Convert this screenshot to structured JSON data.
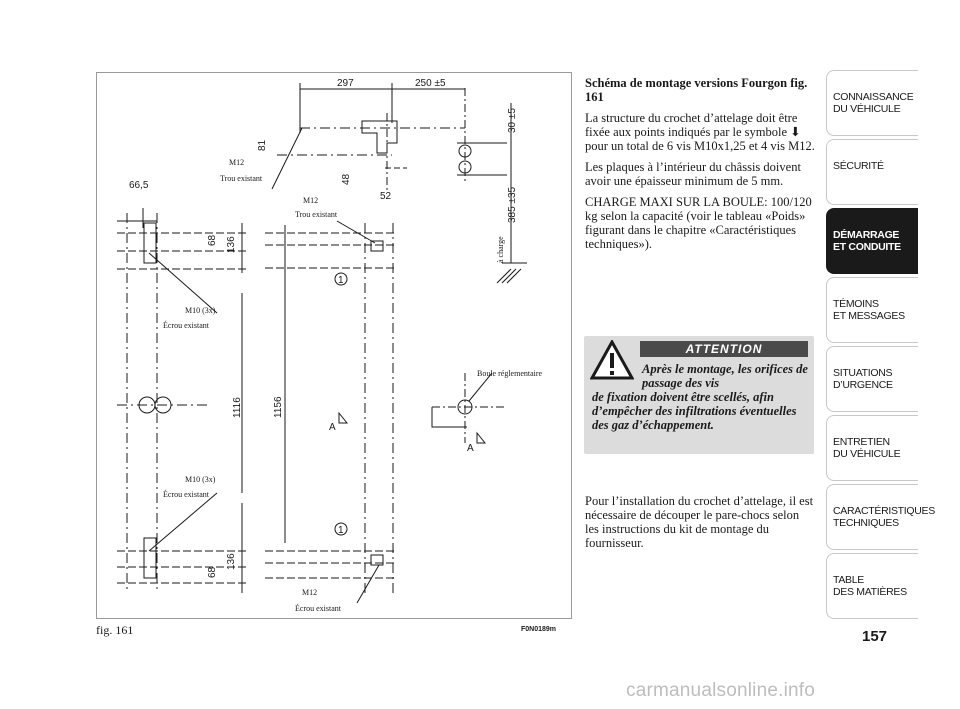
{
  "figure": {
    "caption": "fig. 161",
    "code": "F0N0189m",
    "dimensions": {
      "d297": "297",
      "d250": "250 ±5",
      "d30": "30 ±5",
      "d81": "81",
      "d48": "48",
      "d52": "52",
      "d385": "385 ±35",
      "d66": "66,5",
      "d68_top": "68",
      "d136_top": "136",
      "d1116": "1116",
      "d1156": "1156",
      "d68_bottom": "68",
      "d136_bottom": "136"
    },
    "labels": {
      "m12_a": "M12",
      "trou_a": "Trou existant",
      "m12_b": "M12",
      "trou_b": "Trou existant",
      "m10_top": "M10 (3x)",
      "ecrou_top": "Écrou existant",
      "m10_bottom": "M10 (3x)",
      "ecrou_bottom": "Écrou existant",
      "m12_c": "M12",
      "ecrou_c": "Écrou existant",
      "boule": "Boule réglementaire",
      "a_charge": "à charge",
      "marker_1": "1",
      "section_a": "A"
    }
  },
  "content": {
    "title": "Schéma de montage versions Fourgon fig. 161",
    "p1": "La structure du crochet d’attelage doit être fixée aux points indiqués par le symbole ⬇ pour un total de 6 vis M10x1,25 et 4 vis M12.",
    "p2": "Les plaques à l’intérieur du châssis doivent avoir une épaisseur minimum de 5 mm.",
    "p3": "CHARGE MAXI SUR LA BOULE: 100/120 kg selon la capacité (voir le tableau «Poids» figurant dans le chapitre «Caractéristiques techniques»).",
    "warning_title": "ATTENTION",
    "warning_line1": "Après le montage, les orifices de passage des vis",
    "warning_line2": "de fixation doivent être scellés, afin d’empêcher des infiltrations éventuelles des gaz d’échappement.",
    "after": "Pour l’installation du crochet d’attelage, il est nécessaire de découper le pare-chocs selon les instructions du kit de montage du fournisseur."
  },
  "sidebar": {
    "tabs": [
      {
        "label": "CONNAISSANCE\nDU VÉHICULE",
        "active": false
      },
      {
        "label": "SÉCURITÉ",
        "active": false
      },
      {
        "label": "DÉMARRAGE\nET CONDUITE",
        "active": true
      },
      {
        "label": "TÉMOINS\nET MESSAGES",
        "active": false
      },
      {
        "label": "SITUATIONS\nD’URGENCE",
        "active": false
      },
      {
        "label": "ENTRETIEN\nDU VÉHICULE",
        "active": false
      },
      {
        "label": "CARACTÉRISTIQUES\nTECHNIQUES",
        "active": false
      },
      {
        "label": "TABLE\nDES MATIÈRES",
        "active": false
      }
    ]
  },
  "page_number": "157",
  "watermark": "carmanualsonline.info"
}
